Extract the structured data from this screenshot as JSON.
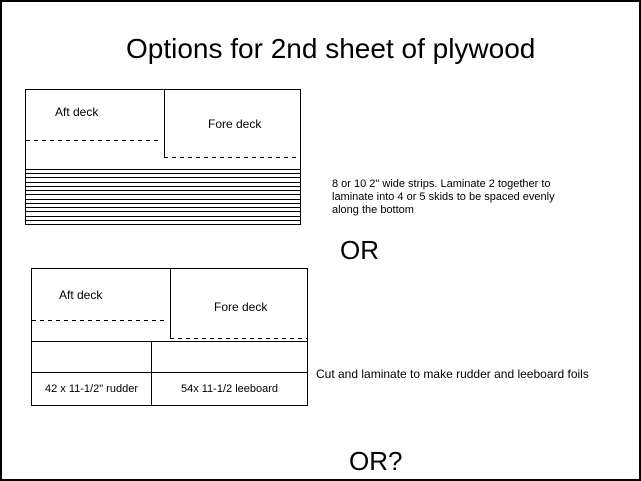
{
  "page": {
    "title": "Options for 2nd sheet of plywood",
    "or_label": "OR",
    "or_question_label": "OR?"
  },
  "sheet1": {
    "aft_deck_label": "Aft deck",
    "fore_deck_label": "Fore deck",
    "strip_count": 13,
    "note": "8 or 10 2\" wide strips. Laminate 2 together to laminate into 4 or 5 skids to be spaced evenly along the bottom"
  },
  "sheet2": {
    "aft_deck_label": "Aft deck",
    "fore_deck_label": "Fore deck",
    "rudder_label": "42 x 11-1/2\" rudder",
    "leeboard_label": "54x 11-1/2 leeboard",
    "note": "Cut and laminate to make rudder and leeboard foils"
  },
  "colors": {
    "line": "#000000",
    "background": "#ffffff"
  }
}
